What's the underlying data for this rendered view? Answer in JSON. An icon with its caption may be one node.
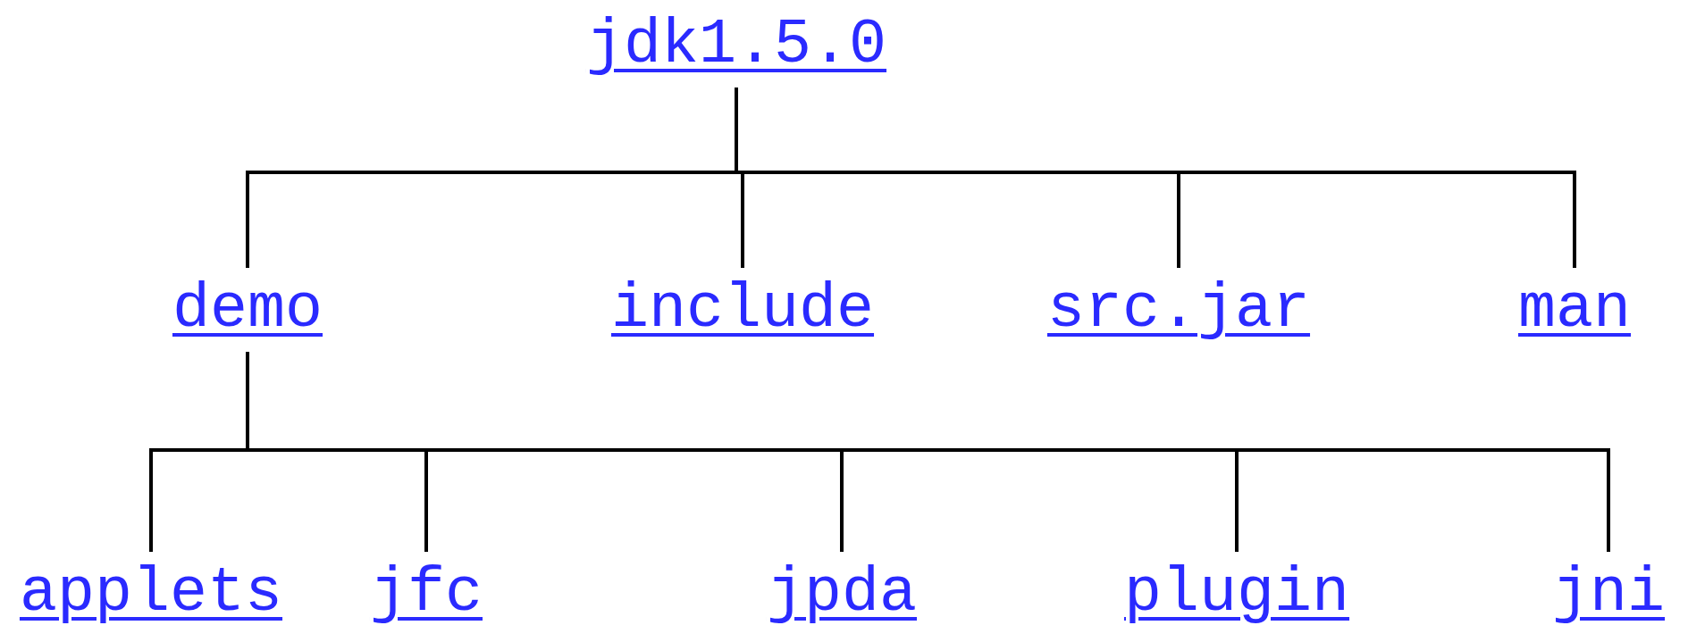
{
  "diagram": {
    "nodes": [
      {
        "text": [
          "jdk1.5.0"
        ]
      },
      {
        "text": [
          "demo"
        ]
      },
      {
        "text": [
          "include"
        ]
      },
      {
        "text": [
          "src.jar"
        ]
      },
      {
        "text": [
          "man"
        ]
      },
      {
        "text": [
          "applets"
        ]
      },
      {
        "text": [
          "jfc"
        ]
      },
      {
        "text": [
          "jpda"
        ]
      },
      {
        "text": [
          "plugin"
        ]
      },
      {
        "text": [
          "jni"
        ]
      }
    ],
    "edges": [
      {
        "from": 0,
        "to": 1,
        "arrow": "none"
      },
      {
        "from": 0,
        "to": 2,
        "arrow": "none"
      },
      {
        "from": 0,
        "to": 3,
        "arrow": "none"
      },
      {
        "from": 0,
        "to": 4,
        "arrow": "none"
      },
      {
        "from": 1,
        "to": 5,
        "arrow": "none"
      },
      {
        "from": 1,
        "to": 6,
        "arrow": "none"
      },
      {
        "from": 1,
        "to": 7,
        "arrow": "none"
      },
      {
        "from": 1,
        "to": 8,
        "arrow": "none"
      },
      {
        "from": 1,
        "to": 9,
        "arrow": "none"
      }
    ]
  }
}
